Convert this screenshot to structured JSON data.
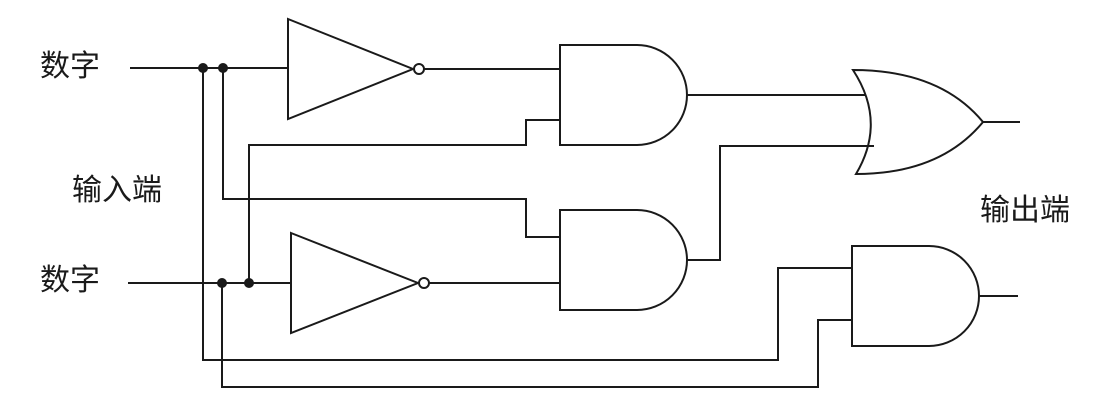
{
  "labels": {
    "input_top": "数字",
    "input_bottom": "数字",
    "input_group": "输入端",
    "output_group": "输出端"
  },
  "colors": {
    "stroke": "#1a1a1a",
    "background": "#ffffff"
  }
}
